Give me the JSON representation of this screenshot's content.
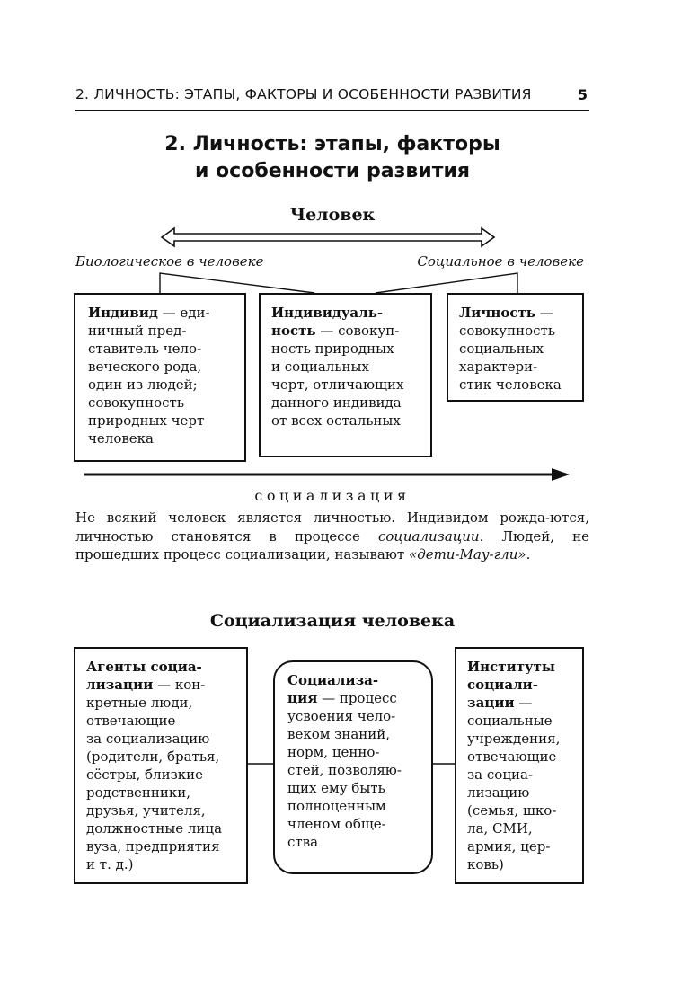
{
  "running_header": {
    "title": "2. ЛИЧНОСТЬ: ЭТАПЫ, ФАКТОРЫ И ОСОБЕННОСТИ РАЗВИТИЯ",
    "page_number": "5"
  },
  "chapter": {
    "title_line1": "2. Личность: этапы, факторы",
    "title_line2": "и особенности развития"
  },
  "diagram1": {
    "title": "Человек",
    "left_label": "Биологическое в человеке",
    "right_label": "Социальное в человеке",
    "individ": {
      "term": "Индивид",
      "lines": [
        " — еди-",
        "ничный пред-",
        "ставитель чело-",
        "веческого рода,",
        "один из людей;",
        "совокупность",
        "природных черт",
        "человека"
      ]
    },
    "individuality": {
      "term_line1": "Индивидуаль-",
      "term_line2": "ность",
      "lines": [
        " — совокуп-",
        "ность природных",
        "и социальных",
        "черт, отличающих",
        "данного индивида",
        "от всех остальных"
      ]
    },
    "personality": {
      "term": "Личность",
      "lines": [
        " —",
        "совокупность",
        "социальных",
        "характери-",
        "стик человека"
      ]
    },
    "axis_label": "социализация"
  },
  "paragraph": {
    "part1": "Не всякий человек является личностью. Индивидом рожда-ются, личностью становятся в процессе ",
    "em1": "социализации.",
    "part2": " Людей, не прошедших процесс социализации, называют ",
    "em2": "«дети-Мау-гли»",
    "part3": "."
  },
  "diagram2": {
    "title": "Социализация человека",
    "agents": {
      "term_line1": "Агенты социа-",
      "term_line2": "лизации",
      "lines": [
        " — кон-",
        "кретные люди,",
        "отвечающие",
        "за социализацию",
        "(родители, братья,",
        "сёстры, близкие",
        "родственники,",
        "друзья, учителя,",
        "должностные лица",
        "вуза, предприятия",
        "и т. д.)"
      ]
    },
    "definition": {
      "term_line1": "Социализа-",
      "term_line2": "ция",
      "lines": [
        " — процесс",
        "усвоения чело-",
        "веком знаний,",
        "норм, ценно-",
        "стей, позволяю-",
        "щих ему быть",
        "полноценным",
        "членом обще-",
        "ства"
      ]
    },
    "institutes": {
      "term_line1": "Институты",
      "term_line2": "социали-",
      "term_line3": "зации",
      "lines": [
        " —",
        "социальные",
        "учреждения,",
        "отвечающие",
        "за социа-",
        "лизацию",
        "(семья, шко-",
        "ла, СМИ,",
        "армия, цер-",
        "ковь)"
      ]
    }
  }
}
